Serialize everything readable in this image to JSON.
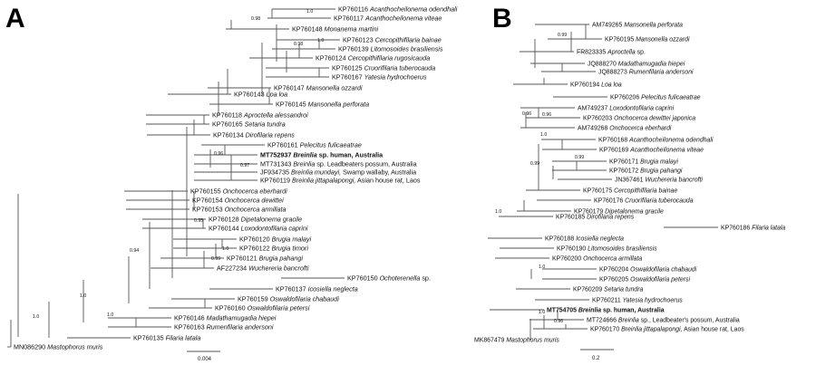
{
  "panel_a": {
    "letter": "A",
    "scale_label": "0.004",
    "taxa": [
      {
        "id": "KP760116",
        "sp": "Acanthocheilonema odendhali"
      },
      {
        "id": "KP760117",
        "sp": "Acanthocheilonema viteae"
      },
      {
        "id": "KP760148",
        "sp": "Monanema martini"
      },
      {
        "id": "KP760123",
        "sp": "Cercopithifilaria bainae"
      },
      {
        "id": "KP760139",
        "sp": "Litomosoides brasiliensis"
      },
      {
        "id": "KP760124",
        "sp": "Cercopithifilaria rugosicauda"
      },
      {
        "id": "KP760125",
        "sp": "Cruorifilaria tuberocauda"
      },
      {
        "id": "KP760167",
        "sp": "Yatesia hydrochoerus"
      },
      {
        "id": "KP760147",
        "sp": "Mansonella ozzardi"
      },
      {
        "id": "KP760143",
        "sp": "Loa loa"
      },
      {
        "id": "KP760145",
        "sp": "Mansonella perforata"
      },
      {
        "id": "KP760118",
        "sp": "Aproctella alessandroi"
      },
      {
        "id": "KP760165",
        "sp": "Setaria tundra"
      },
      {
        "id": "KP760134",
        "sp": "Dirofilaria repens"
      },
      {
        "id": "KP760161",
        "sp": "Pelecitus fulicaeatrae"
      },
      {
        "id": "MT752937",
        "sp": "Breinlia",
        "tail": " sp. human, Australia",
        "bold": true
      },
      {
        "id": "MT731343",
        "sp": "Breinlia",
        "tail": " sp. Leadbeaters possum, Australia"
      },
      {
        "id": "JF934735",
        "sp": "Breinlia mundayi,",
        "tail": " Swamp wallaby, Australia"
      },
      {
        "id": "KP760119",
        "sp": "Breinlia jittapalapongi,",
        "tail": " Asian house rat, Laos"
      },
      {
        "id": "KP760155",
        "sp": "Onchocerca eberhardi"
      },
      {
        "id": "KP760154",
        "sp": "Onchocerca dewittei"
      },
      {
        "id": "KP760153",
        "sp": "Onchocerca armillata"
      },
      {
        "id": "KP760128",
        "sp": "Dipetalonema gracile"
      },
      {
        "id": "KP760144",
        "sp": "Loxodontofilaria caprini"
      },
      {
        "id": "KP760120",
        "sp": "Brugia malayi"
      },
      {
        "id": "KP760122",
        "sp": "Brugia timori"
      },
      {
        "id": "KP760121",
        "sp": "Brugia pahangi"
      },
      {
        "id": "AF227234",
        "sp": "Wuchereria bancrofti"
      },
      {
        "id": "KP760150",
        "sp": "Ochoterenella",
        "tail": " sp."
      },
      {
        "id": "KP760137",
        "sp": "Icosiella neglecta"
      },
      {
        "id": "KP760159",
        "sp": "Oswaldofilaria chabaudi"
      },
      {
        "id": "KP760160",
        "sp": "Oswaldofilaria petersi"
      },
      {
        "id": "KP760146",
        "sp": "Madathamugadia hiepei"
      },
      {
        "id": "KP760163",
        "sp": "Rumenfilaria andersoni"
      },
      {
        "id": "KP760135",
        "sp": "Filaria latala"
      },
      {
        "id": "MN086290",
        "sp": "Mastophorus muris"
      }
    ],
    "supports": [
      "0.98",
      "1.0",
      "0.98",
      "1.0",
      "0.96",
      "0.97",
      "0.95",
      "1.0",
      "0.99",
      "0.94",
      "1.0",
      "1.0",
      "1.0"
    ]
  },
  "panel_b": {
    "letter": "B",
    "scale_label": "0.2",
    "taxa": [
      {
        "id": "AM749265",
        "sp": "Mansonella perforata"
      },
      {
        "id": "KP760195",
        "sp": "Mansonella ozzardi"
      },
      {
        "id": "FR823335",
        "sp": "Aproctella",
        "tail": " sp."
      },
      {
        "id": "JQ888270",
        "sp": "Madathamugadia hiepei"
      },
      {
        "id": "JQ888273",
        "sp": "Rumenfilaria andersoni"
      },
      {
        "id": "KP760194",
        "sp": "Loa loa"
      },
      {
        "id": "KP760206",
        "sp": "Pelecitus fulicaeatrae"
      },
      {
        "id": "AM749237",
        "sp": "Loxodontofilaria caprini"
      },
      {
        "id": "KP760203",
        "sp": "Onchocerca dewittei japonica"
      },
      {
        "id": "AM749268",
        "sp": "Onchocerca eberhardi"
      },
      {
        "id": "KP760168",
        "sp": "Acanthocheilonema odendhali"
      },
      {
        "id": "KP760169",
        "sp": "Acanthocheilonema viteae"
      },
      {
        "id": "KP760171",
        "sp": "Brugia malayi"
      },
      {
        "id": "KP760172",
        "sp": "Brugia pahangi"
      },
      {
        "id": "JN367461",
        "sp": "Wuchereria bancrofti"
      },
      {
        "id": "KP760175",
        "sp": "Cercopithifilaria bainae"
      },
      {
        "id": "KP760176",
        "sp": "Cruorifilaria tuberocauda"
      },
      {
        "id": "KP760179",
        "sp": "Dipetalonema gracile"
      },
      {
        "id": "KP760185",
        "sp": "Dirofilaria repens"
      },
      {
        "id": "KP760186",
        "sp": "Filaria latala"
      },
      {
        "id": "KP760188",
        "sp": "Icosiella neglecta"
      },
      {
        "id": "KP760190",
        "sp": "Litomosoides brasiliensis"
      },
      {
        "id": "KP760200",
        "sp": "Onchocerca armillata"
      },
      {
        "id": "KP760204",
        "sp": "Oswaldofilaria chabaudi"
      },
      {
        "id": "KP760205",
        "sp": "Oswaldofilaria petersi"
      },
      {
        "id": "KP760209",
        "sp": "Setaria tundra"
      },
      {
        "id": "KP760211",
        "sp": "Yatesia hydrochoerus"
      },
      {
        "id": "MT754705",
        "sp": "Breinlia",
        "tail": " sp. human, Australia",
        "bold": true
      },
      {
        "id": "MT724666",
        "sp": "Breinlia",
        "tail": " sp., Leadbeater's possum, Australia"
      },
      {
        "id": "KP760170",
        "sp": "Breinlia jittapalapongi,",
        "tail": " Asian house rat, Laos"
      },
      {
        "id": "MK867479",
        "sp": "Mastophorus muris"
      }
    ],
    "supports": [
      "0.99",
      "0.96",
      "0.96",
      "1.0",
      "0.99",
      "0.99",
      "1.0",
      "1.0",
      "1.0",
      "0.96"
    ]
  }
}
